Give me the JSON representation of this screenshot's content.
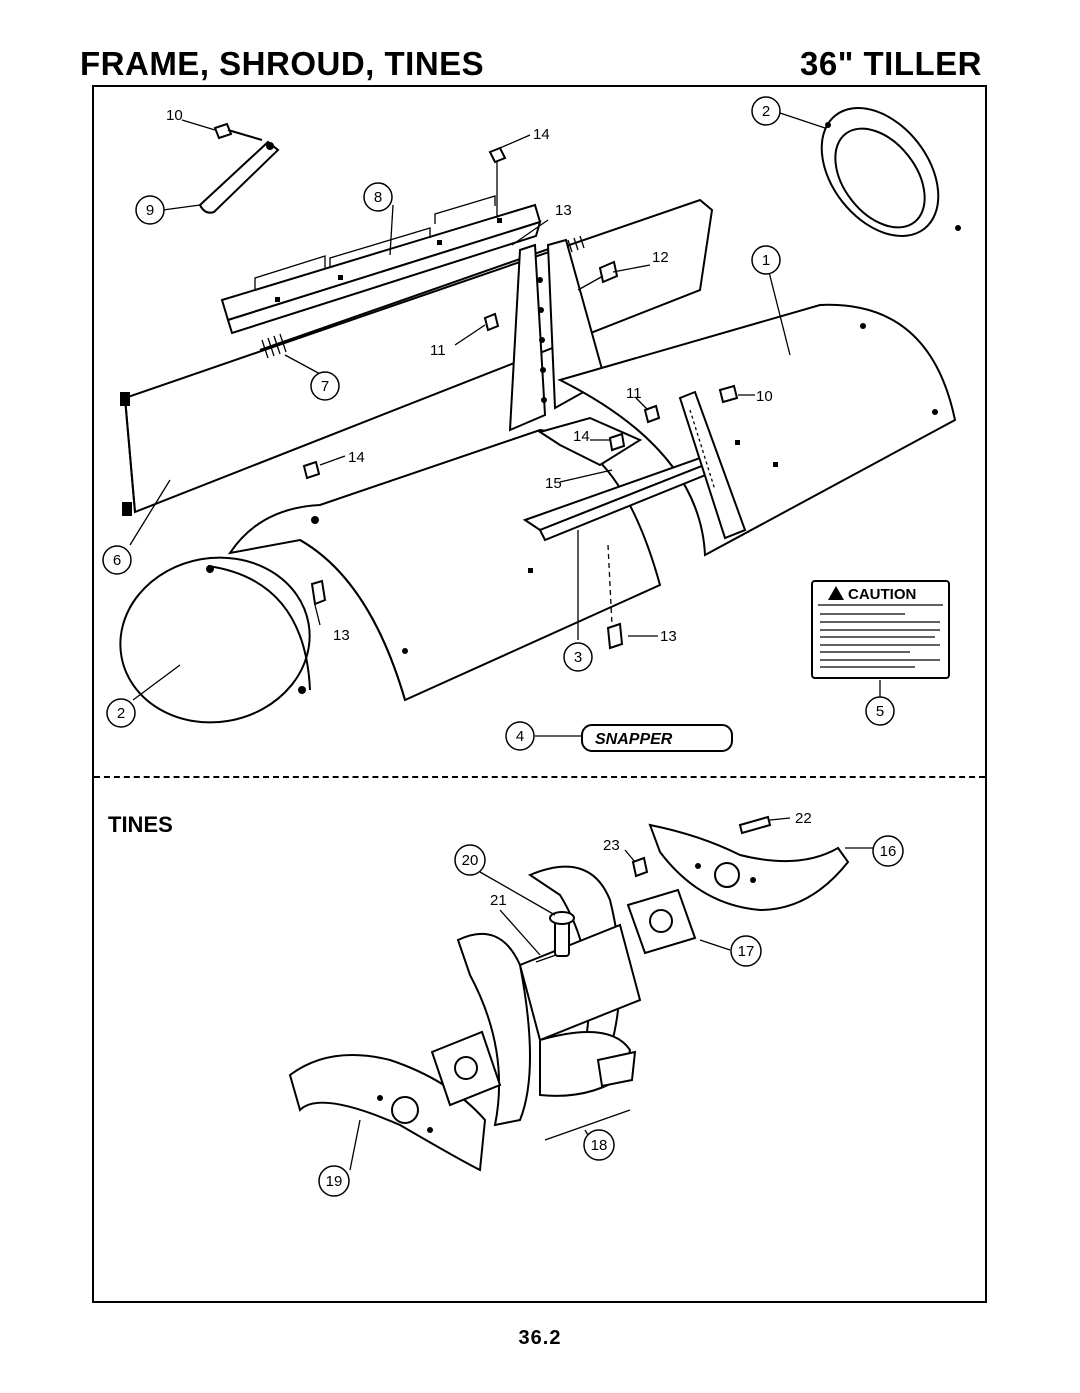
{
  "header": {
    "title_left": "FRAME, SHROUD, TINES",
    "title_right": "36\" TILLER"
  },
  "section": {
    "tines_label": "TINES"
  },
  "caution_decal": {
    "title": "CAUTION"
  },
  "logo_decal": {
    "text": "SNAPPER"
  },
  "callouts": {
    "c1": "1",
    "c2a": "2",
    "c2b": "2",
    "c3": "3",
    "c4": "4",
    "c5": "5",
    "c6": "6",
    "c7": "7",
    "c8": "8",
    "c9": "9",
    "c16": "16",
    "c17": "17",
    "c18": "18",
    "c19": "19",
    "c20": "20"
  },
  "labels": {
    "l10a": "10",
    "l10b": "10",
    "l11a": "11",
    "l11b": "11",
    "l12": "12",
    "l13a": "13",
    "l13b": "13",
    "l13c": "13",
    "l14a": "14",
    "l14b": "14",
    "l14c": "14",
    "l15": "15",
    "l21": "21",
    "l22": "22",
    "l23": "23"
  },
  "footer": {
    "page_number": "36.2"
  }
}
